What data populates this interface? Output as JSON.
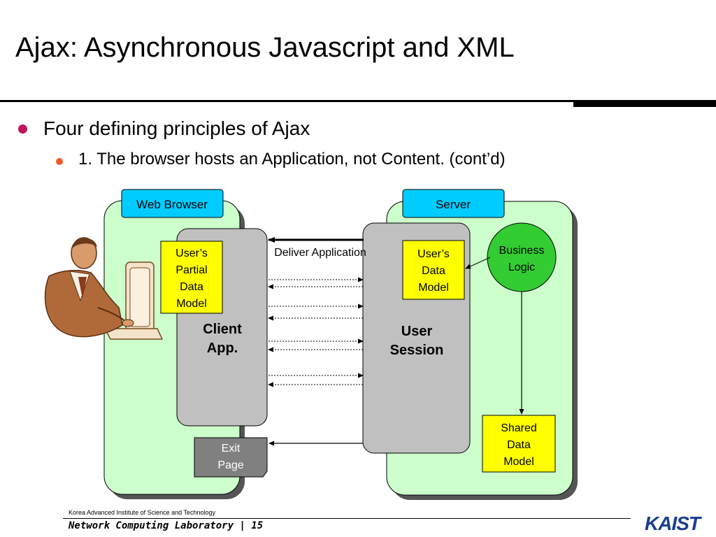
{
  "slide": {
    "title": "Ajax: Asynchronous Javascript and XML",
    "bullet_level1": "Four defining principles of Ajax",
    "bullet_level2": "1. The browser hosts an Application, not Content. (cont’d)"
  },
  "diagram": {
    "web_browser_label": "Web Browser",
    "server_label": "Server",
    "browser_partial_model": [
      "User’s",
      "Partial",
      "Data",
      "Model"
    ],
    "client_app": [
      "Client",
      "App."
    ],
    "deliver_application": "Deliver Application",
    "server_data_model": [
      "User’s",
      "Data",
      "Model"
    ],
    "user_session": [
      "User",
      "Session"
    ],
    "business_logic": [
      "Business",
      "Logic"
    ],
    "shared_data_model": [
      "Shared",
      "Data",
      "Model"
    ],
    "exit_page": [
      "Exit",
      "Page"
    ],
    "colors": {
      "panel_fill": "#ccffcc",
      "label_fill": "#00ccff",
      "note_fill": "#ffff00",
      "app_fill": "#c0c0c0",
      "logic_fill": "#33cc33",
      "exit_fill": "#808080"
    }
  },
  "footer": {
    "institute": "Korea Advanced Institute of Science and Technology",
    "lab": "Network Computing Laboratory | 15",
    "logo": "KAIST"
  }
}
